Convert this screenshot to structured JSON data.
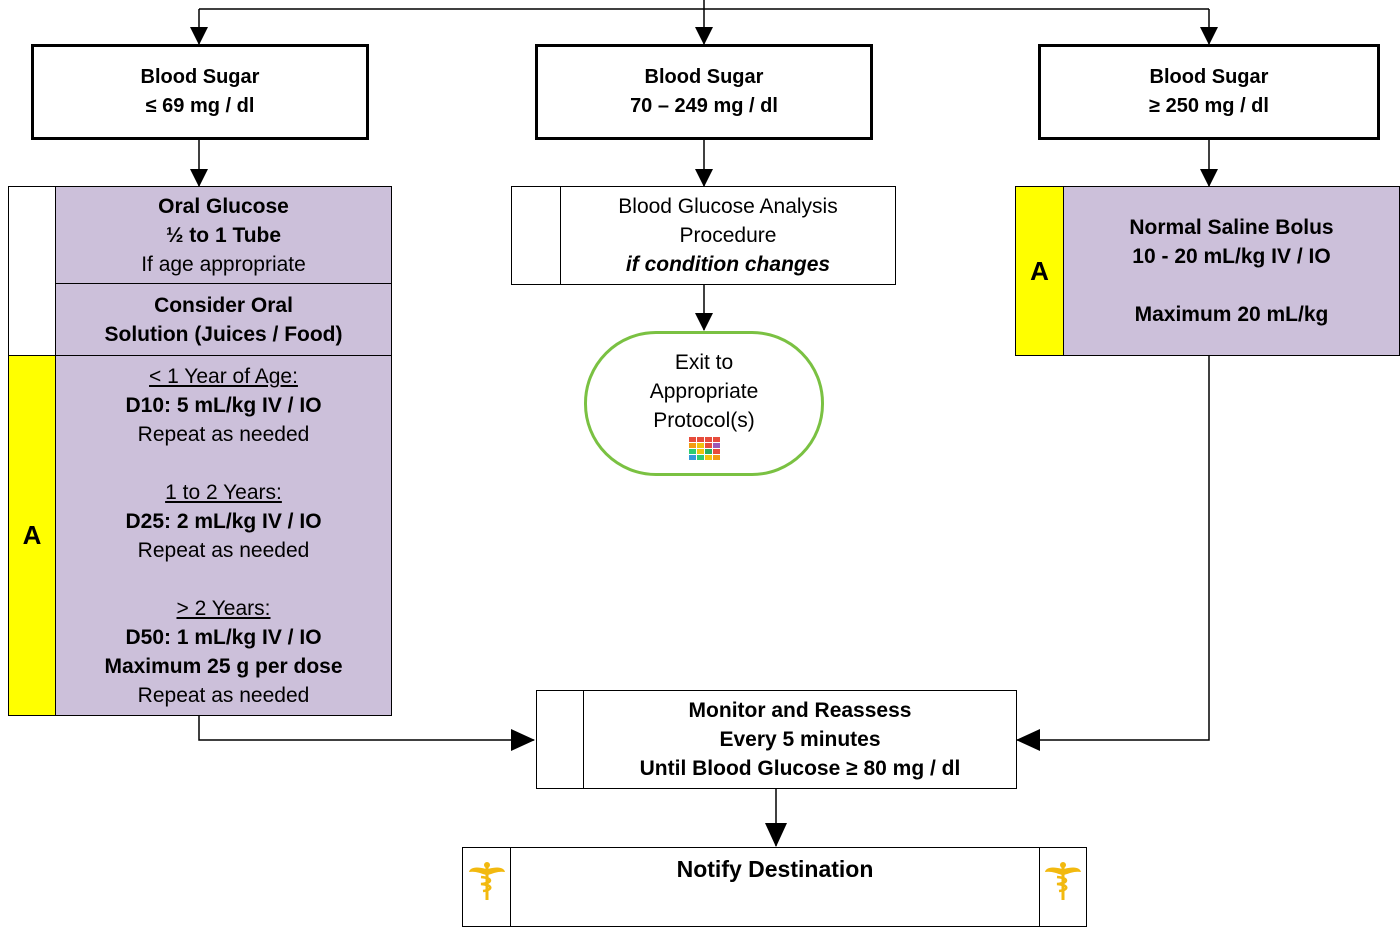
{
  "left": {
    "header": [
      "Blood Sugar",
      "≤ 69 mg / dl"
    ],
    "oral_glucose": [
      "Oral Glucose",
      "½ to 1 Tube",
      "If age appropriate"
    ],
    "consider_oral": [
      "Consider  Oral",
      "Solution (Juices / Food)"
    ],
    "badge": "A",
    "dosing": {
      "age1": "< 1 Year of Age:",
      "dose1": "D10: 5 mL/kg IV / IO",
      "repeat1": "Repeat as needed",
      "age2": "1 to 2 Years:",
      "dose2": "D25: 2  mL/kg IV / IO",
      "repeat2": "Repeat as needed",
      "age3": "> 2 Years:",
      "dose3": "D50: 1 mL/kg IV / IO",
      "max3": "Maximum 25 g per dose",
      "repeat3": "Repeat as needed"
    }
  },
  "middle": {
    "header": [
      "Blood Sugar",
      "70 – 249 mg / dl"
    ],
    "analysis": [
      "Blood Glucose Analysis",
      "Procedure",
      "if condition changes"
    ],
    "exit": [
      "Exit to",
      "Appropriate",
      "Protocol(s)"
    ],
    "exit_icon": "protocol-grid-icon"
  },
  "right": {
    "header": [
      "Blood Sugar",
      "≥ 250 mg / dl"
    ],
    "badge": "A",
    "bolus": [
      "Normal Saline Bolus",
      "10 - 20 mL/kg IV / IO",
      "Maximum 20 mL/kg"
    ]
  },
  "monitor": [
    "Monitor and Reassess",
    "Every 5 minutes",
    "Until Blood Glucose ≥ 80 mg / dl"
  ],
  "notify": {
    "label": "Notify Destination",
    "icon": "caduceus-icon"
  },
  "colors": {
    "purple": "#ccc0da",
    "yellow": "#ffff00",
    "exit_border": "#7ac142",
    "caduceus": "#f2b90f"
  }
}
